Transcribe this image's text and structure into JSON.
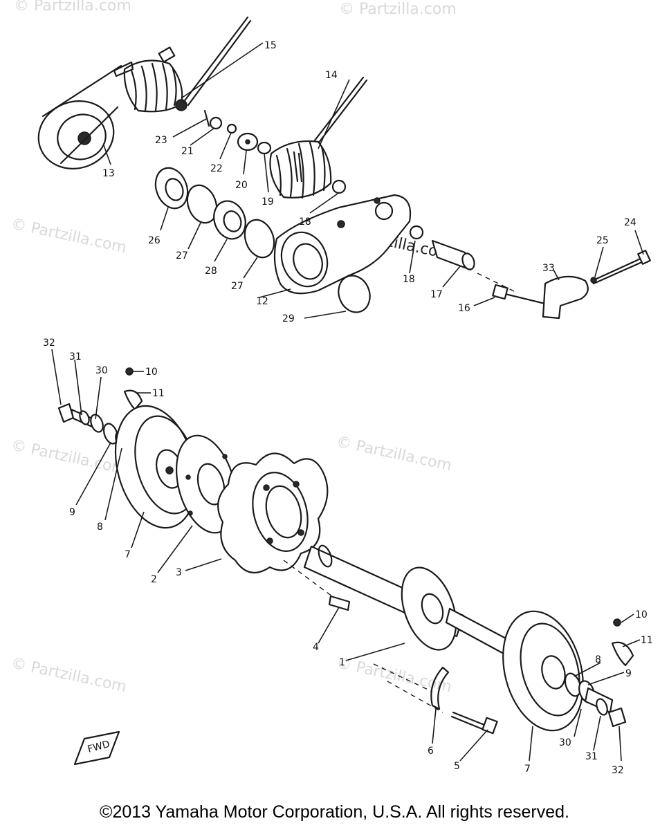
{
  "watermarks": {
    "text": "© Partzilla.com",
    "center_text": "© Partzilla.com"
  },
  "callouts": {
    "c1": "1",
    "c2": "2",
    "c3": "3",
    "c4": "4",
    "c5": "5",
    "c6": "6",
    "c7a": "7",
    "c7b": "7",
    "c8a": "8",
    "c8b": "8",
    "c9a": "9",
    "c9b": "9",
    "c10a": "10",
    "c10b": "10",
    "c11a": "11",
    "c11b": "11",
    "c12": "12",
    "c13": "13",
    "c14": "14",
    "c15": "15",
    "c16": "16",
    "c17": "17",
    "c18a": "18",
    "c18b": "18",
    "c19": "19",
    "c20": "20",
    "c21": "21",
    "c22": "22",
    "c23": "23",
    "c24": "24",
    "c25": "25",
    "c26": "26",
    "c27a": "27",
    "c27b": "27",
    "c28": "28",
    "c29": "29",
    "c30a": "30",
    "c30b": "30",
    "c31a": "31",
    "c31b": "31",
    "c32a": "32",
    "c32b": "32",
    "c33": "33"
  },
  "fwd_label": "FWD",
  "copyright": "©2013 Yamaha Motor Corporation, U.S.A. All rights reserved.",
  "colors": {
    "ink": "#1a1a1a",
    "watermark": "#d9d9d9",
    "background": "#ffffff"
  }
}
